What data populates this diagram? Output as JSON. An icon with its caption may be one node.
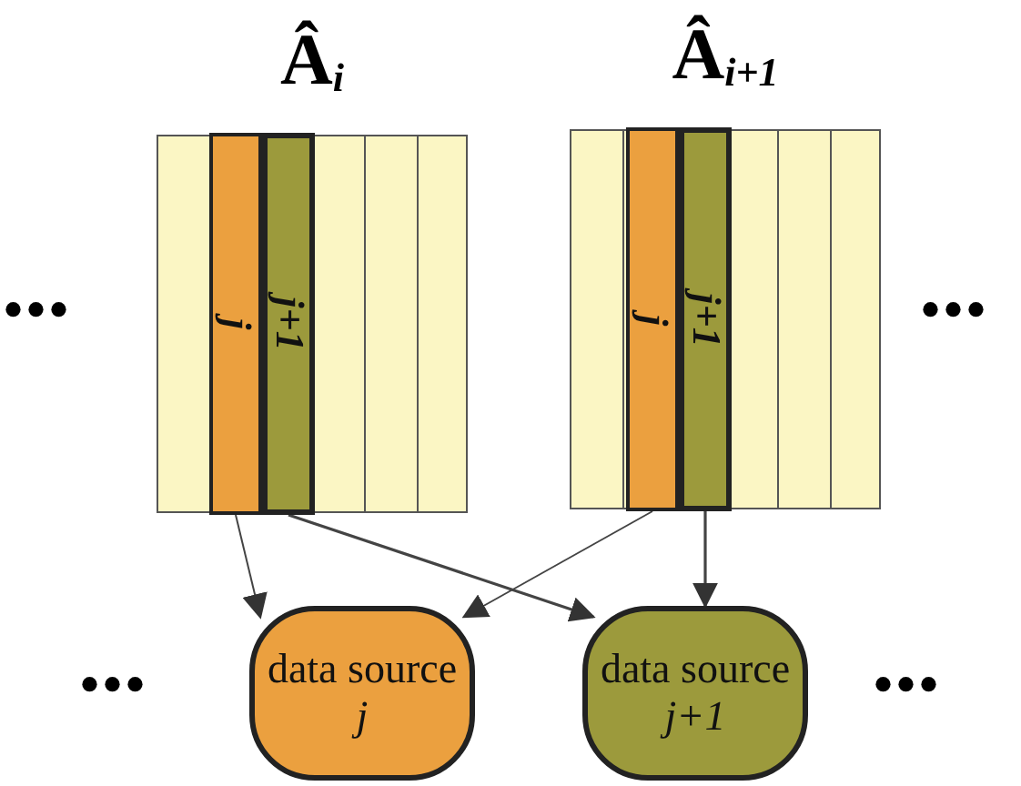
{
  "diagram": {
    "nodes": [
      {
        "text": [
          "Â$_{i}$"
        ]
      },
      {
        "text": [
          "j"
        ],
        "in": 0
      },
      {
        "text": [
          "j+1"
        ],
        "in": 0
      },
      {
        "text": [
          "Â$_{i+1}$"
        ]
      },
      {
        "text": [
          "j"
        ],
        "in": 3
      },
      {
        "text": [
          "j+1"
        ],
        "in": 3
      },
      {
        "text": [
          "data source *j*"
        ]
      },
      {
        "text": [
          "data source *j+1*"
        ]
      }
    ],
    "edges": [
      {
        "from": 1,
        "to": 6,
        "arrow": "to"
      },
      {
        "from": 2,
        "to": 7,
        "arrow": "to"
      },
      {
        "from": 4,
        "to": 6,
        "arrow": "to"
      },
      {
        "from": 5,
        "to": 7,
        "arrow": "to"
      }
    ],
    "labels": [
      "•••",
      "•••",
      "•••",
      "•••"
    ]
  }
}
